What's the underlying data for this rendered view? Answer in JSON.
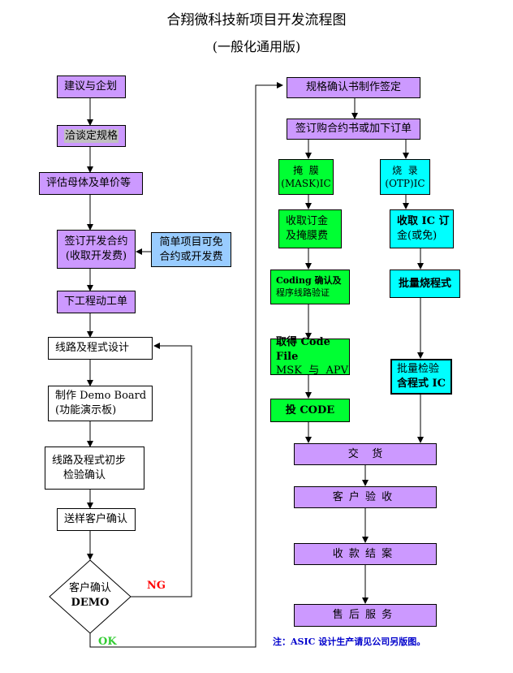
{
  "header": {
    "title": "合翔微科技新项目开发流程图",
    "subtitle": "(一般化通用版)"
  },
  "left_flow": {
    "step1": "建议与企划",
    "step2": "洽谈定规格",
    "step3": "评估母体及单价等",
    "step4_line1": "签订开发合约",
    "step4_line2": "(收取开发费)",
    "side_note_line1": "简单项目可免",
    "side_note_line2": "合约或开发费",
    "step5": "下工程动工单",
    "step6": "线路及程式设计",
    "step7_line1": "制作 Demo Board",
    "step7_line2": "(功能演示板)",
    "step8_line1": "线路及程式初步",
    "step8_line2": "检验确认",
    "step9": "送样客户确认",
    "decision_line1": "客户确认",
    "decision_line2": "DEMO",
    "ng_label": "NG",
    "ok_label": "OK"
  },
  "right_flow": {
    "spec_sign": "规格确认书制作签定",
    "order": "签订购合约书或加下订单",
    "mask_line1": "掩  膜",
    "mask_line2": "(MASK)IC",
    "otp_line1": "烧  录",
    "otp_line2": "(OTP)IC",
    "mask_fee_line1": "收取订金",
    "mask_fee_line2": "及掩膜费",
    "otp_fee_line1": "收取 IC 订",
    "otp_fee_line2": "金(或免)",
    "coding_line1": "Coding 确认及",
    "coding_line2": "程序线路验证",
    "burn": "批量烧程式",
    "codefile_line1": "取得 Code File",
    "codefile_line2": "MSK  与  APV",
    "verify_line1": "批量检验",
    "verify_line2": "含程式 IC",
    "send_code": "投 CODE",
    "deliver": "交    货",
    "accept": "客户验收",
    "payment": "收款结案",
    "service": "售后服务"
  },
  "footer": {
    "note": "注：ASIC 设计生产请见公司另版图。"
  },
  "colors": {
    "purple": "#cc99ff",
    "green": "#00ff33",
    "cyan": "#00ffff",
    "light_blue": "#99ccff",
    "ng_red": "#ff0000",
    "ok_green": "#33cc33",
    "note_blue": "#0000cc"
  }
}
